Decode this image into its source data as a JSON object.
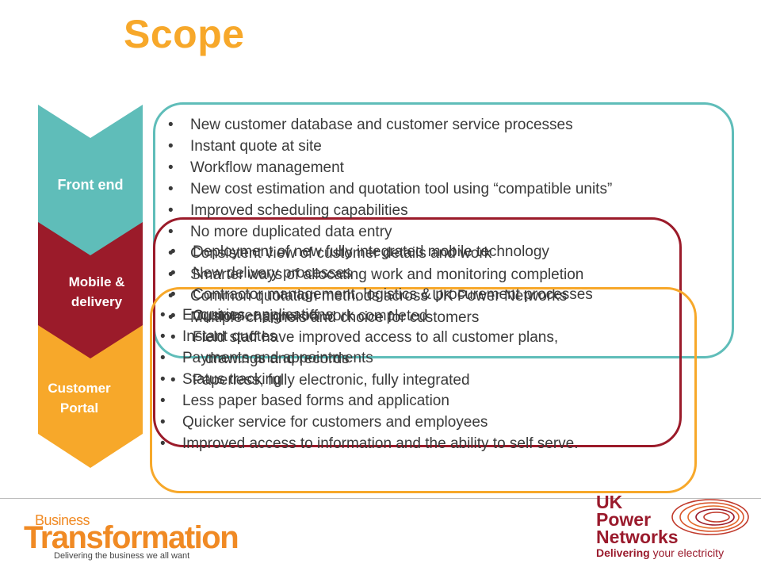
{
  "title": "Scope",
  "phases": [
    {
      "label": "Front end",
      "color": "#5fbdb9"
    },
    {
      "label": "Mobile &\ndelivery",
      "color": "#9b1b2a"
    },
    {
      "label": "Customer\nPortal",
      "color": "#f7a82a"
    }
  ],
  "box_colors": {
    "teal": "#5fbdb9",
    "red": "#9b1b2a",
    "orange": "#f7a82a"
  },
  "front_end_items": [
    "New customer database and customer service processes",
    "Instant quote at site",
    "Workflow management",
    "New cost estimation and quotation tool using “compatible units”",
    "Improved scheduling capabilities",
    "No more duplicated data entry",
    "Consistent view of customer details and work",
    "Smarter ways of allocating work and monitoring completion",
    "Common quotation methods across UK Power Networks",
    "Multiple channels and choice for customers"
  ],
  "mobile_items": [
    "Deployment of new fully integrated mobile technology",
    "New delivery processes",
    "Contractor management, logistics & procurement processes",
    "Customer signs off work completed",
    "Field staff have improved access to all customer plans,",
    "drawings and records",
    "Paperless, fully electronic, fully integrated"
  ],
  "portal_items": [
    "Enquiries, applications",
    "Instant quotes",
    "Payments and appointments",
    "Status tracking",
    "Less paper based forms and application",
    "Quicker service for customers and employees",
    "Improved access to information and the ability to self serve."
  ],
  "footer": {
    "bt_small": "Business",
    "bt_big": "Transformation",
    "bt_tag": "Delivering the business we all want",
    "uk_name": "UK\nPower\nNetworks",
    "uk_tag_1": "Delivering ",
    "uk_tag_2": "your electricity"
  }
}
